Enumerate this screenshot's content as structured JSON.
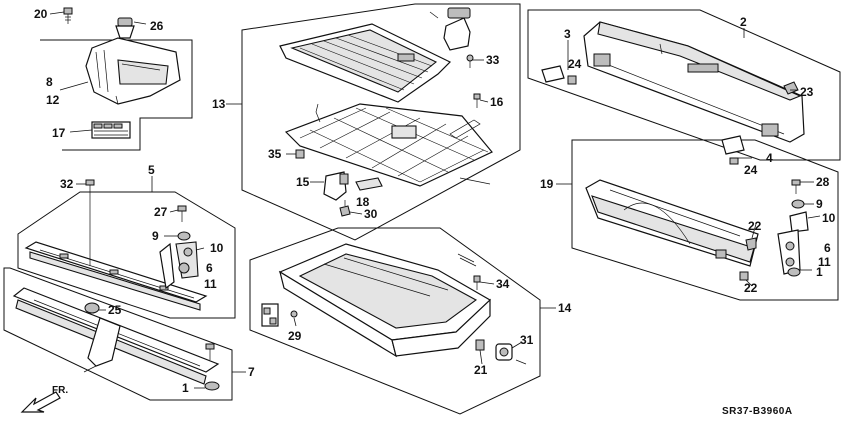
{
  "diagram_code": "SR37-B3960A",
  "direction_label": "FR.",
  "callouts": {
    "c20": "20",
    "c26": "26",
    "c8": "8",
    "c12": "12",
    "c17": "17",
    "c13": "13",
    "c33": "33",
    "c16": "16",
    "c35": "35",
    "c15": "15",
    "c18": "18",
    "c30": "30",
    "c3": "3",
    "c24a": "24",
    "c2": "2",
    "c23": "23",
    "c4": "4",
    "c24b": "24",
    "c5": "5",
    "c32": "32",
    "c27": "27",
    "c9a": "9",
    "c10a": "10",
    "c6a": "6",
    "c11a": "11",
    "c25": "25",
    "c7": "7",
    "c1a": "1",
    "c14": "14",
    "c34": "34",
    "c29": "29",
    "c31": "31",
    "c21": "21",
    "c19": "19",
    "c28": "28",
    "c9b": "9",
    "c10b": "10",
    "c22a": "22",
    "c6b": "6",
    "c11b": "11",
    "c1b": "1",
    "c22b": "22"
  },
  "colors": {
    "line": "#111111",
    "part_fill": "#ffffff",
    "shade": "#e4e4e4",
    "dark": "#bdbdbd"
  }
}
